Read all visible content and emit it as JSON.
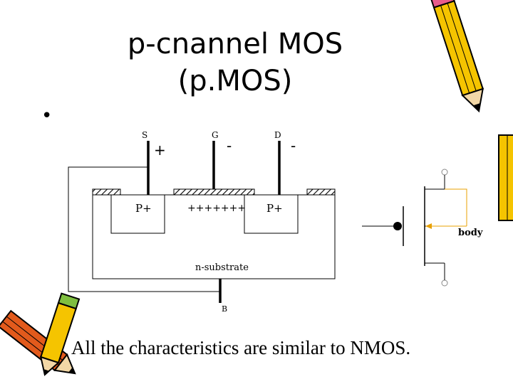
{
  "slide": {
    "title_line1": "p-cnannel MOS",
    "title_line2": "(p.MOS)",
    "bullet": "•",
    "caption": "All the characteristics are similar to NMOS."
  },
  "diagram": {
    "terminals": {
      "source": "S",
      "gate": "G",
      "drain": "D",
      "body": "B"
    },
    "polarity": {
      "source": "+",
      "gate": "-",
      "drain": "-"
    },
    "regions": {
      "source_region": "P+",
      "drain_region": "P+",
      "channel_charge": "+++++++",
      "substrate": "n-substrate"
    },
    "symbol": {
      "body_label": "body"
    }
  },
  "colors": {
    "line": "#000000",
    "body_arrow": "#e8a000",
    "terminal_circle": "#888888",
    "pencil_yellow": "#f5c400",
    "pencil_orange": "#e25a1c",
    "pencil_pink": "#e85c8c"
  }
}
